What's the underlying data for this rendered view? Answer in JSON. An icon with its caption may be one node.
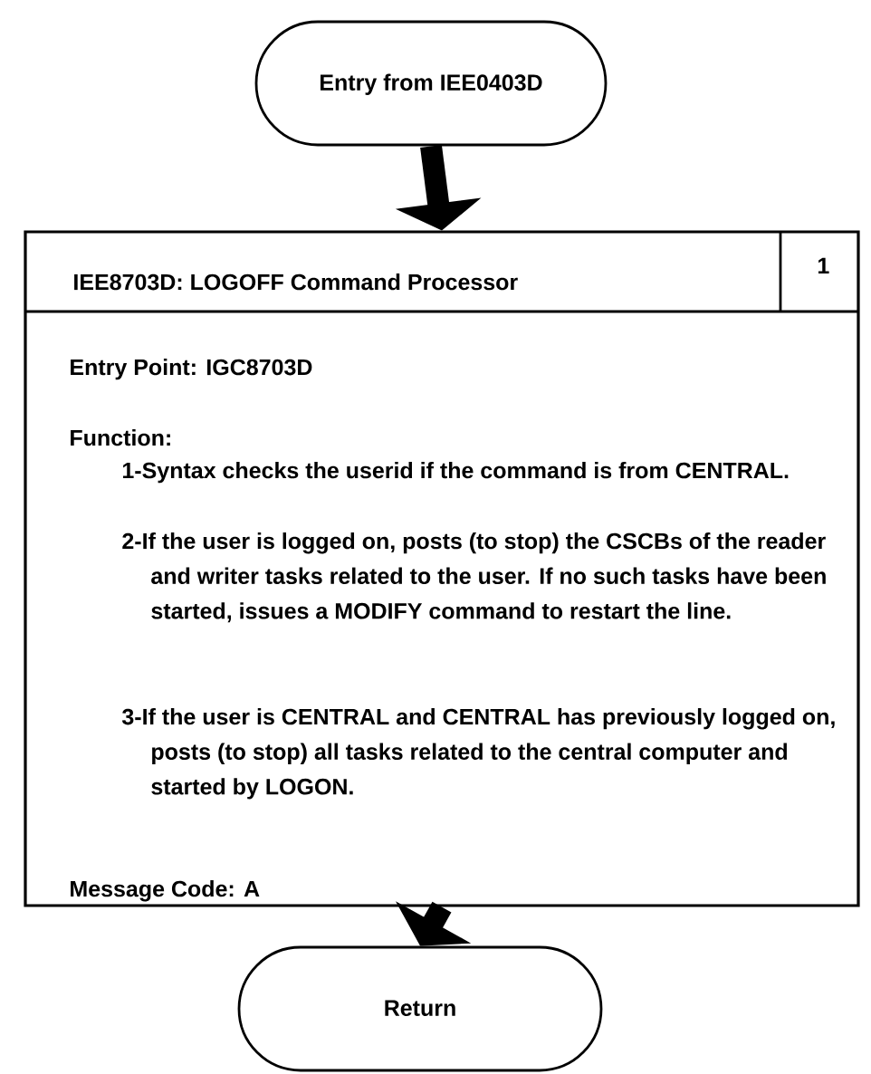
{
  "diagram": {
    "nodes": [
      {
        "text": [
          "Entry from IEE0403D"
        ]
      },
      {
        "text": [
          "IEE8703D:  LOGOFF Command Processor",
          "1",
          "Entry Point:  IGC8703D",
          "Function:",
          "1-Syntax checks the userid if the command is from CENTRAL.",
          "2-If the user is logged on, posts (to stop) the CSCBs of the reader and writer tasks related to the user. If no such tasks have been started, issues a MODIFY command to restart the line.",
          "3-If the user is CENTRAL and CENTRAL has previously logged on, posts (to stop) all tasks related to the central computer and started by LOGON.",
          "Message Code:  A"
        ]
      },
      {
        "text": [
          "Return"
        ]
      }
    ],
    "edges": [
      {
        "from": 0,
        "to": 1,
        "arrow": "to"
      },
      {
        "from": 1,
        "to": 2,
        "arrow": "to"
      }
    ]
  }
}
